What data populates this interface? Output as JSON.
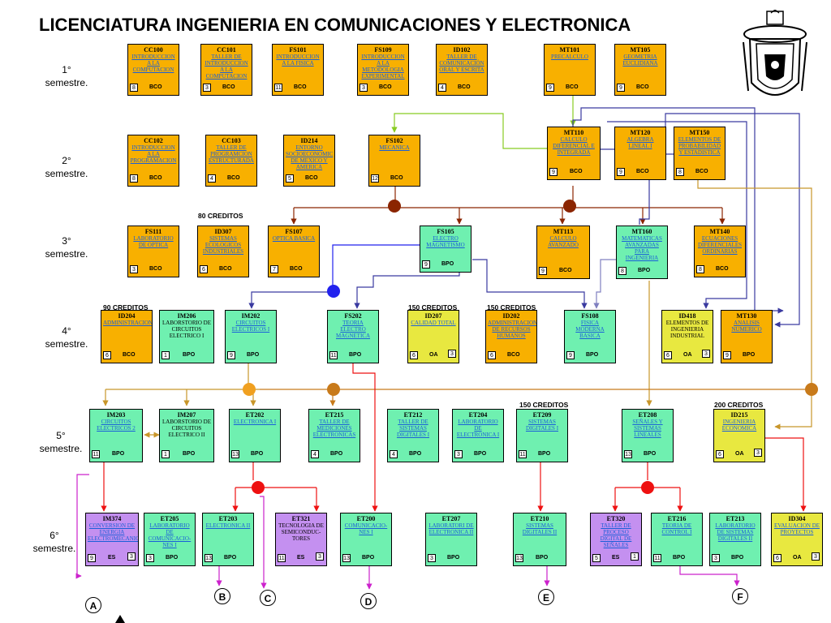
{
  "title": "LICENCIATURA INGENIERIA EN COMUNICACIONES Y ELECTRONICA",
  "semesters": [
    "1°\nsemestre.",
    "2°\nsemestre.",
    "3°\nsemestre.",
    "4°\nsemestre.",
    "5°\nsemestre.",
    "6°\nsemestre."
  ],
  "credit_labels": [
    "80 CREDITOS",
    "90 CREDITOS",
    "150 CREDITOS",
    "150 CREDITOS",
    "150 CREDITOS",
    "200 CREDITOS"
  ],
  "courses": [
    {
      "code": "CC100",
      "name": "INTRODUCCION A LA COMPUTACION",
      "credits": "8",
      "tag": "BCO",
      "color": "orange"
    },
    {
      "code": "CC101",
      "name": "TALLER DE INTRODUCCION A LA COMPUTACION",
      "credits": "3",
      "tag": "BCO",
      "color": "orange"
    },
    {
      "code": "FS101",
      "name": "INTRODUCCION A LA FISICA",
      "credits": "11",
      "tag": "BCO",
      "color": "orange"
    },
    {
      "code": "FS109",
      "name": "INTRODUCCION A LA METODOLOGIA EXPERIMENTAL",
      "credits": "3",
      "tag": "BCO",
      "color": "orange"
    },
    {
      "code": "ID102",
      "name": "TALLER DE COMUNICACIÓN ORAL Y ESCRITA",
      "credits": "4",
      "tag": "BCO",
      "color": "orange"
    },
    {
      "code": "MT101",
      "name": "PRECALCULO",
      "credits": "9",
      "tag": "BCO",
      "color": "orange"
    },
    {
      "code": "MT105",
      "name": "GEOMETRIA EUCLIDIANA",
      "credits": "9",
      "tag": "BCO",
      "color": "orange"
    },
    {
      "code": "CC102",
      "name": "INTRODUCCION A LA PROGRAMACION",
      "credits": "8",
      "tag": "BCO",
      "color": "orange"
    },
    {
      "code": "CC103",
      "name": "TALLER DE PROGRAMCION ESTRUCTURADA",
      "credits": "4",
      "tag": "BCO",
      "color": "orange"
    },
    {
      "code": "ID214",
      "name": "ENTORNO SOCIOECONOMIC DE MEXICO Y AMERICA",
      "credits": "5",
      "tag": "BCO",
      "color": "orange"
    },
    {
      "code": "FS102",
      "name": "MECANICA",
      "credits": "12",
      "tag": "BCO",
      "color": "orange"
    },
    {
      "code": "MT110",
      "name": "CALCULO DIFERENCIAL E INTEGRADA",
      "credits": "9",
      "tag": "BCO",
      "color": "orange"
    },
    {
      "code": "MT120",
      "name": "ALGEBRA LINEAL I",
      "credits": "9",
      "tag": "BCO",
      "color": "orange"
    },
    {
      "code": "MT150",
      "name": "ELEMENTOS DE PROBABILIDAD Y ESTADISTICA",
      "credits": "8",
      "tag": "BCO",
      "color": "orange"
    },
    {
      "code": "FS111",
      "name": "LABORATORIO DE OPTICA",
      "credits": "3",
      "tag": "BCO",
      "color": "orange"
    },
    {
      "code": "ID307",
      "name": "SISTEMAS ECOLOGICOS INDUSTRIALES",
      "credits": "6",
      "tag": "BCO",
      "color": "orange"
    },
    {
      "code": "FS107",
      "name": "OPTICA BASICA",
      "credits": "7",
      "tag": "BCO",
      "color": "orange"
    },
    {
      "code": "FS105",
      "name": "ELECTRO MAGNETISMO",
      "credits": "9",
      "tag": "BPO",
      "color": "green"
    },
    {
      "code": "MT113",
      "name": "CALCULO AVANZADO",
      "credits": "9",
      "tag": "BCO",
      "color": "orange"
    },
    {
      "code": "MT160",
      "name": "MATEMATICAS AVANZADAS PARA INGENIERIA",
      "credits": "8",
      "tag": "BPO",
      "color": "green"
    },
    {
      "code": "MT140",
      "name": "ECUACIONES DIFERENCIALES ORDINARIAS",
      "credits": "8",
      "tag": "BCO",
      "color": "orange"
    },
    {
      "code": "ID204",
      "name": "ADMINISTRACION",
      "credits": "6",
      "tag": "BCO",
      "color": "orange"
    },
    {
      "code": "IM206",
      "name": "LABORSTORIO DE CIRCUITOS ELECTRICO I",
      "credits": "1",
      "tag": "BPO",
      "color": "green",
      "plain": true
    },
    {
      "code": "IM202",
      "name": "CIRCUITOS ELECTRICOS I",
      "credits": "9",
      "tag": "BPO",
      "color": "green"
    },
    {
      "code": "FS202",
      "name": "TEORIA ELECTRO MAGNETICA",
      "credits": "11",
      "tag": "BPO",
      "color": "green"
    },
    {
      "code": "ID207",
      "name": "CALIDAD TOTAL",
      "credits": "6",
      "tag": "OA",
      "right": "3",
      "color": "yellow"
    },
    {
      "code": "ID202",
      "name": "ADMINISTRACION DE RECURSOS HUMANOS",
      "credits": "6",
      "tag": "BCO",
      "color": "orange"
    },
    {
      "code": "FS108",
      "name": "FISICA MODERNA BASICA",
      "credits": "9",
      "tag": "BPO",
      "color": "green"
    },
    {
      "code": "ID418",
      "name": "ELEMENTOS DE INGENIERIA INDUSTRIAL",
      "credits": "6",
      "tag": "OA",
      "right": "3",
      "color": "yellow",
      "plain": true
    },
    {
      "code": "MT130",
      "name": "ANALISIS NUMERICO",
      "credits": "9",
      "tag": "BPO",
      "color": "orange"
    },
    {
      "code": "IM203",
      "name": "CIRCUITOS ELECTRICOS 2",
      "credits": "11",
      "tag": "BPO",
      "color": "green"
    },
    {
      "code": "IM207",
      "name": "LABORSTORIO DE CIRCUITOS ELECTRICO II",
      "credits": "1",
      "tag": "BPO",
      "color": "green",
      "plain": true
    },
    {
      "code": "ET202",
      "name": "ELECTRONICA I",
      "credits": "13",
      "tag": "BPO",
      "color": "green"
    },
    {
      "code": "ET215",
      "name": "TALLER DE MEDICIONES ELECTRONICAS",
      "credits": "4",
      "tag": "BPO",
      "color": "green"
    },
    {
      "code": "ET212",
      "name": "TALLER DE SISTEMAS DIGITALES I",
      "credits": "4",
      "tag": "BPO",
      "color": "green"
    },
    {
      "code": "ET204",
      "name": "LABORATORIO DE ELECTRONICA I",
      "credits": "3",
      "tag": "BPO",
      "color": "green"
    },
    {
      "code": "ET209",
      "name": "SISTEMAS DIGITALES I",
      "credits": "11",
      "tag": "BPO",
      "color": "green"
    },
    {
      "code": "ET208",
      "name": "SEÑALES Y SISTEMAS LINEALES",
      "credits": "13",
      "tag": "BPO",
      "color": "green"
    },
    {
      "code": "ID215",
      "name": "INGENIERIA ECONOMICA",
      "credits": "6",
      "tag": "OA",
      "right": "3",
      "color": "yellow"
    },
    {
      "code": "IM374",
      "name": "CONVERSION DE ENERGIA ELECTROMECANICA",
      "credits": "9",
      "tag": "ES",
      "right": "3",
      "color": "purple"
    },
    {
      "code": "ET205",
      "name": "LABORATORIO DE COMUNICACIO-NES I",
      "credits": "3",
      "tag": "BPO",
      "color": "green"
    },
    {
      "code": "ET203",
      "name": "ELECTRONICA II",
      "credits": "13",
      "tag": "BPO",
      "color": "green"
    },
    {
      "code": "ET321",
      "name": "TECNOLOGIA DE SEMICONDUC-TORES",
      "credits": "11",
      "tag": "ES",
      "right": "3",
      "color": "purple",
      "plain": true
    },
    {
      "code": "ET200",
      "name": "COMUNICACIO-NES I",
      "credits": "13",
      "tag": "BPO",
      "color": "green"
    },
    {
      "code": "ET207",
      "name": "LABORATORI DE ELECTRONICA II",
      "credits": "3",
      "tag": "BPO",
      "color": "green"
    },
    {
      "code": "ET210",
      "name": "SISTEMAS DIGITALES II",
      "credits": "13",
      "tag": "BPO",
      "color": "green"
    },
    {
      "code": "ET320",
      "name": "TALLER DE PROCESO DIGITAL DE SEÑALES",
      "credits": "5",
      "tag": "ES",
      "right": "1",
      "color": "purple"
    },
    {
      "code": "ET216",
      "name": "TEORIA DE CONTROL I",
      "credits": "11",
      "tag": "BPO",
      "color": "green"
    },
    {
      "code": "ET213",
      "name": "LABORATORIO DE SISTEMAS DIGITALES II",
      "credits": "3",
      "tag": "BPO",
      "color": "green"
    },
    {
      "code": "ID304",
      "name": "EVALUACION DE PROYECTOS",
      "credits": "6",
      "tag": "OA",
      "right": "3",
      "color": "yellow"
    }
  ],
  "connectors": [
    "A",
    "B",
    "C",
    "D",
    "E",
    "F"
  ],
  "colors": {
    "orange": "#f8b000",
    "green": "#6ff0b0",
    "yellow": "#e8e840",
    "purple": "#c490f0",
    "link": "#1a5fd8",
    "darkred": "#8b2500",
    "navy": "#3a3aa0",
    "red": "#ee1111",
    "goldenrod": "#c8962a",
    "magenta": "#cc22cc",
    "lime": "#88cc22",
    "tan": "#c87a1a",
    "blue": "#2222ee"
  }
}
